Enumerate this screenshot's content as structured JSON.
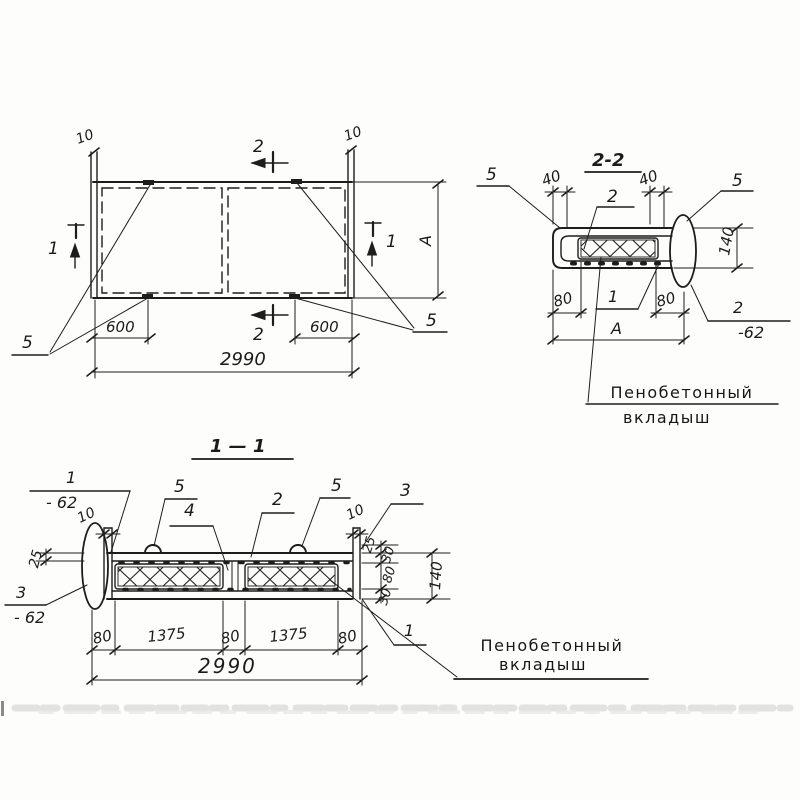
{
  "plan": {
    "dim_10_left": "10",
    "dim_10_right": "10",
    "section_mark_2_top": "2",
    "section_mark_2_bottom": "2",
    "section_mark_1_left": "1",
    "section_mark_1_right": "1",
    "dim_width": "A",
    "dim_600_left": "600",
    "dim_600_right": "600",
    "dim_overall": "2990",
    "callout_5_left": "5",
    "callout_5_right": "5"
  },
  "section_2_2": {
    "title": "2-2",
    "callout_5_left": "5",
    "dim_40_left": "40",
    "callout_2": "2",
    "dim_40_right": "40",
    "callout_5_right": "5",
    "dim_height": "140",
    "dim_80_left": "80",
    "callout_1": "1",
    "dim_80_right": "80",
    "dim_width": "A",
    "ref_2_num": "2",
    "ref_2_size": "-62",
    "note_line1": "Пенобетонный",
    "note_line2": "вкладыш"
  },
  "section_1_1": {
    "title": "1 — 1",
    "ref_1_num": "1",
    "ref_1_size": "- 62",
    "dim_10_left": "10",
    "dim_25_left": "25",
    "callout_5_a": "5",
    "callout_4": "4",
    "callout_2": "2",
    "callout_5_b": "5",
    "dim_10_right": "10",
    "callout_3": "3",
    "dim_25_right": "25",
    "dim_30_top": "30",
    "dim_80_core": "80",
    "dim_30_bottom": "30",
    "dim_height": "140",
    "ref_3_num": "3",
    "ref_3_size": "- 62",
    "bottom_dims": [
      "80",
      "1375",
      "80",
      "1375",
      "80"
    ],
    "dim_overall": "2990",
    "callout_1": "1",
    "note_line1": "Пенобетонный",
    "note_line2": "вкладыш"
  }
}
